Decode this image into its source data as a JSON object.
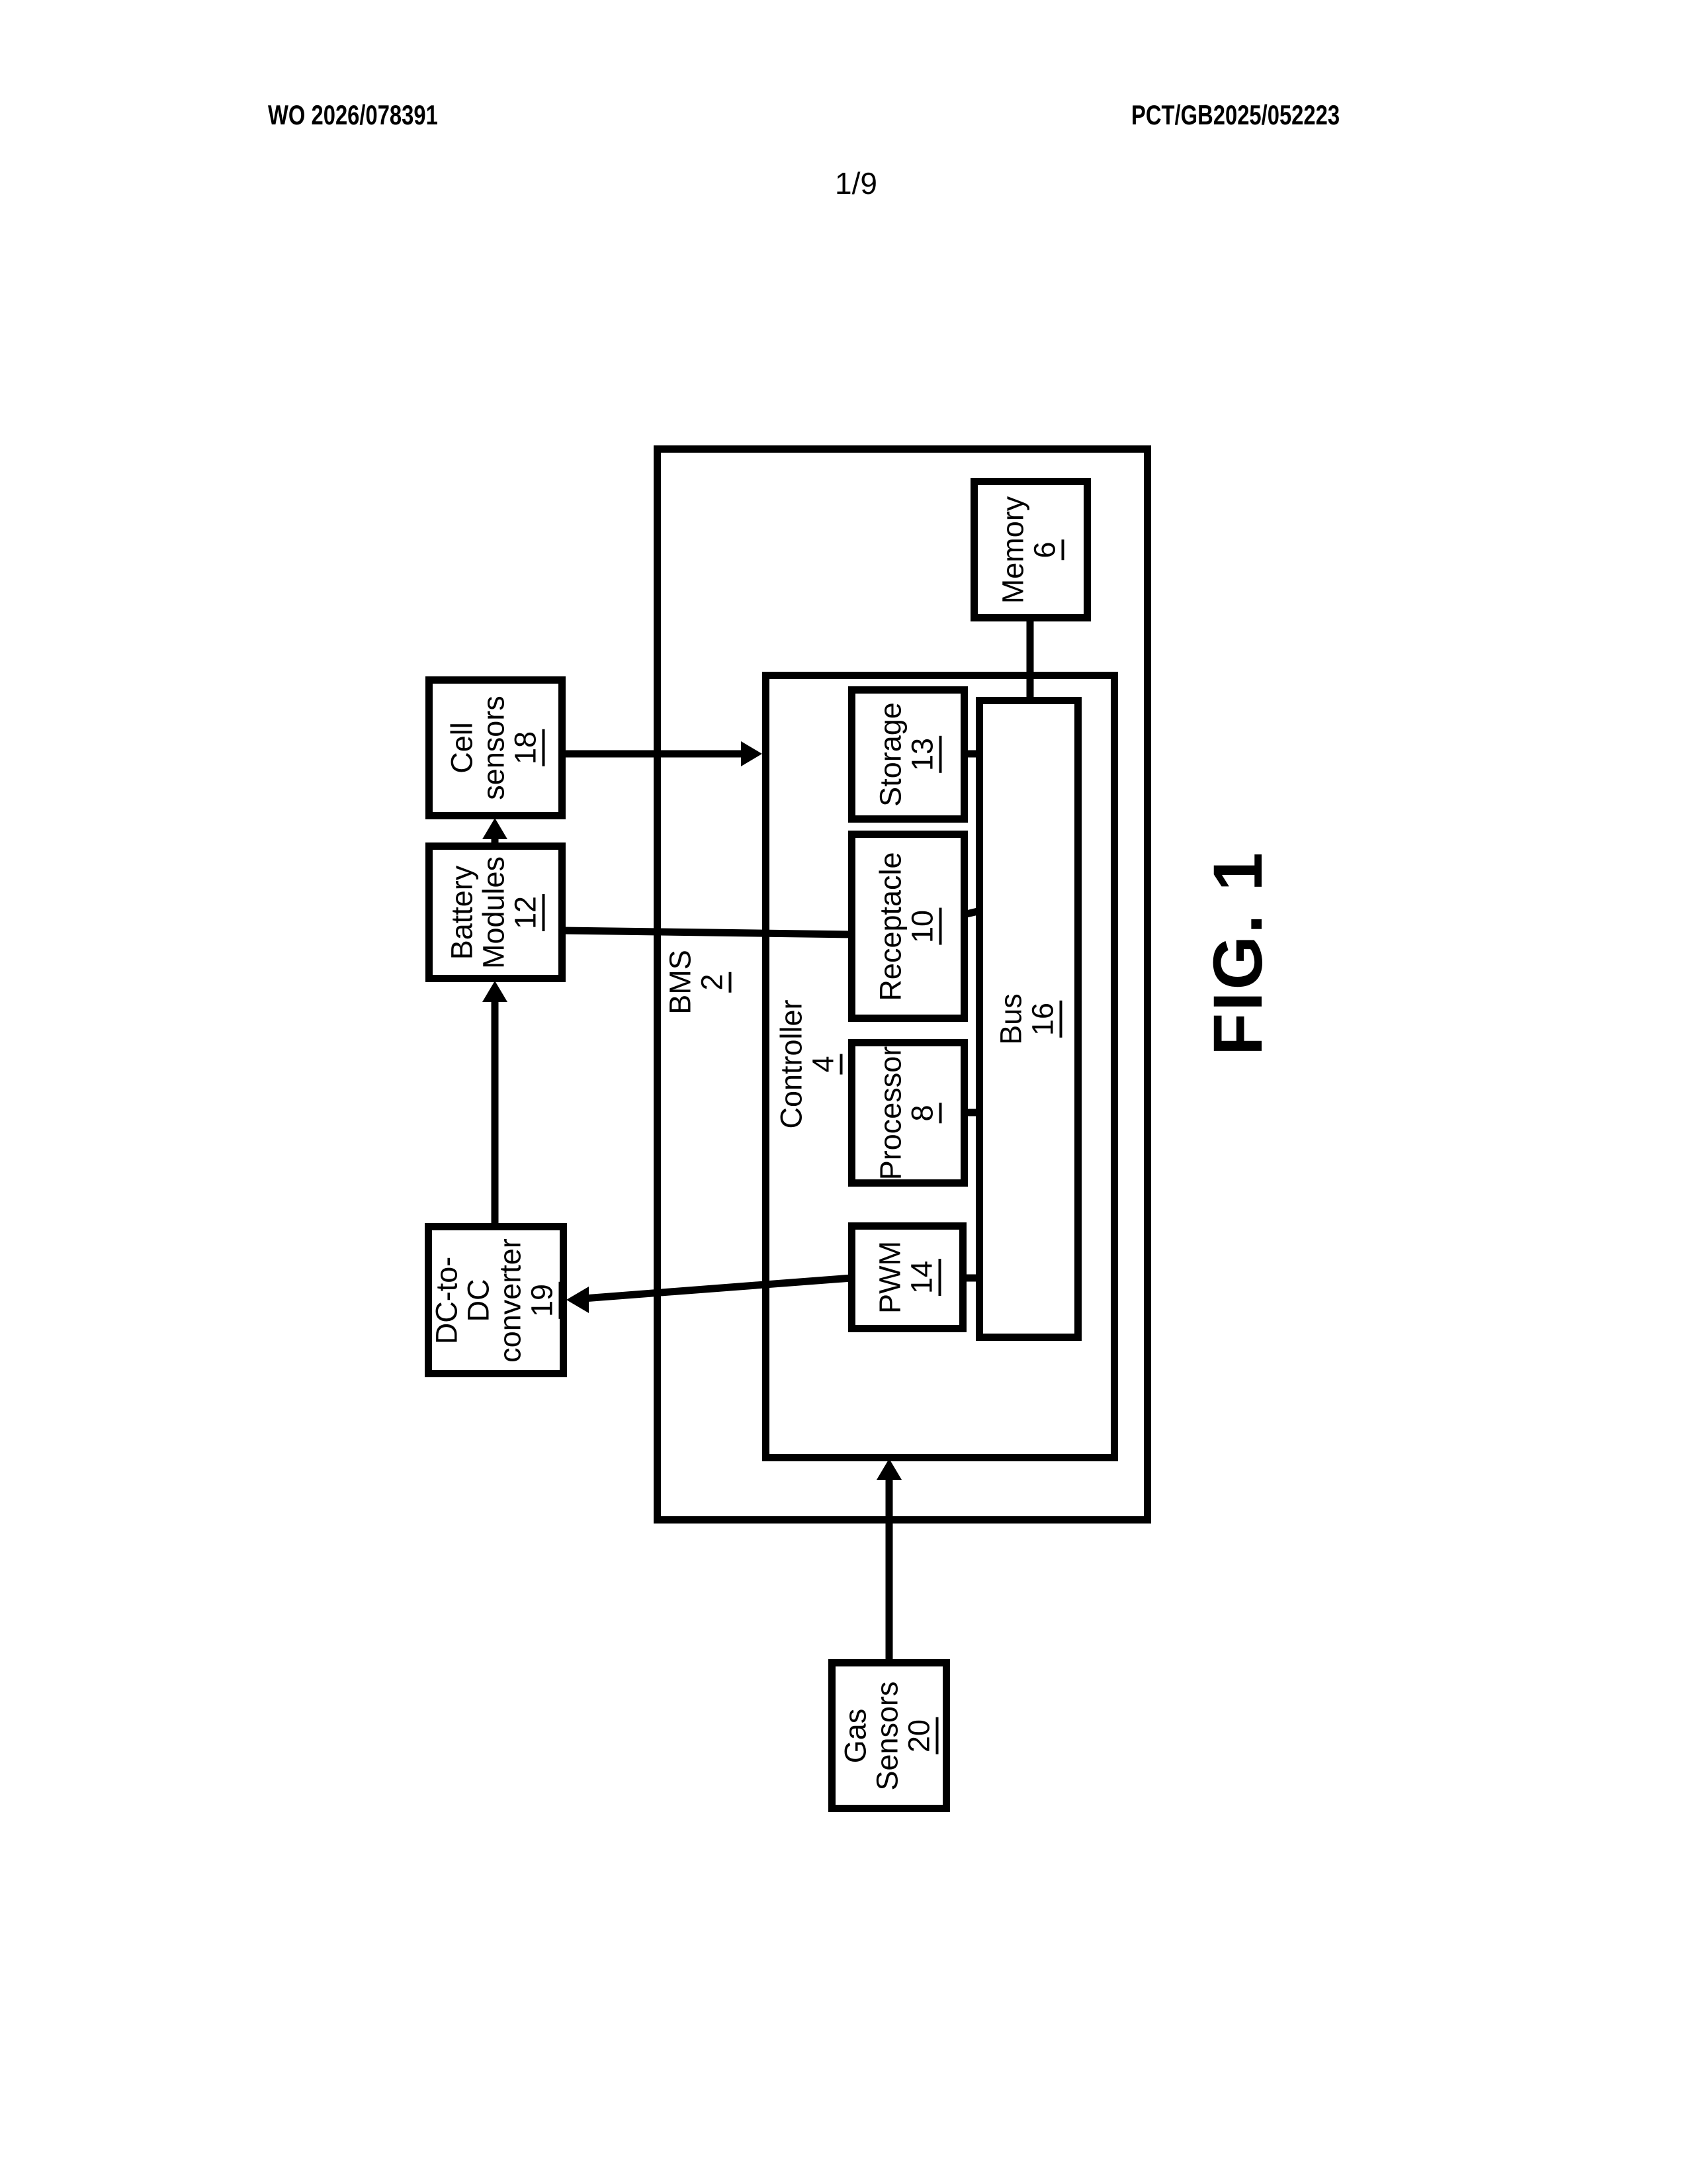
{
  "page": {
    "header_left": "WO 2026/078391",
    "header_right": "PCT/GB2025/052223",
    "page_number": "1/9",
    "figure_label": "FIG. 1"
  },
  "colors": {
    "ink": "#000000",
    "paper": "#ffffff"
  },
  "diagram": {
    "bms": {
      "label": "BMS",
      "ref": "2"
    },
    "controller": {
      "label": "Controller",
      "ref": "4"
    },
    "memory": {
      "line1": "Memory",
      "ref": "6"
    },
    "cell_sensors": {
      "line1": "Cell",
      "line2": "sensors",
      "ref": "18"
    },
    "battery_modules": {
      "line1": "Battery",
      "line2": "Modules",
      "ref": "12"
    },
    "dc_dc_converter": {
      "line1": "DC-to-",
      "line2": "DC",
      "line3": "converter",
      "ref": "19"
    },
    "gas_sensors": {
      "line1": "Gas",
      "line2": "Sensors",
      "ref": "20"
    },
    "storage": {
      "line1": "Storage",
      "ref": "13"
    },
    "receptacle": {
      "line1": "Receptacle",
      "ref": "10"
    },
    "processor": {
      "line1": "Processor",
      "ref": "8"
    },
    "pwm": {
      "line1": "PWM",
      "ref": "14"
    },
    "bus": {
      "line1": "Bus",
      "ref": "16"
    }
  }
}
